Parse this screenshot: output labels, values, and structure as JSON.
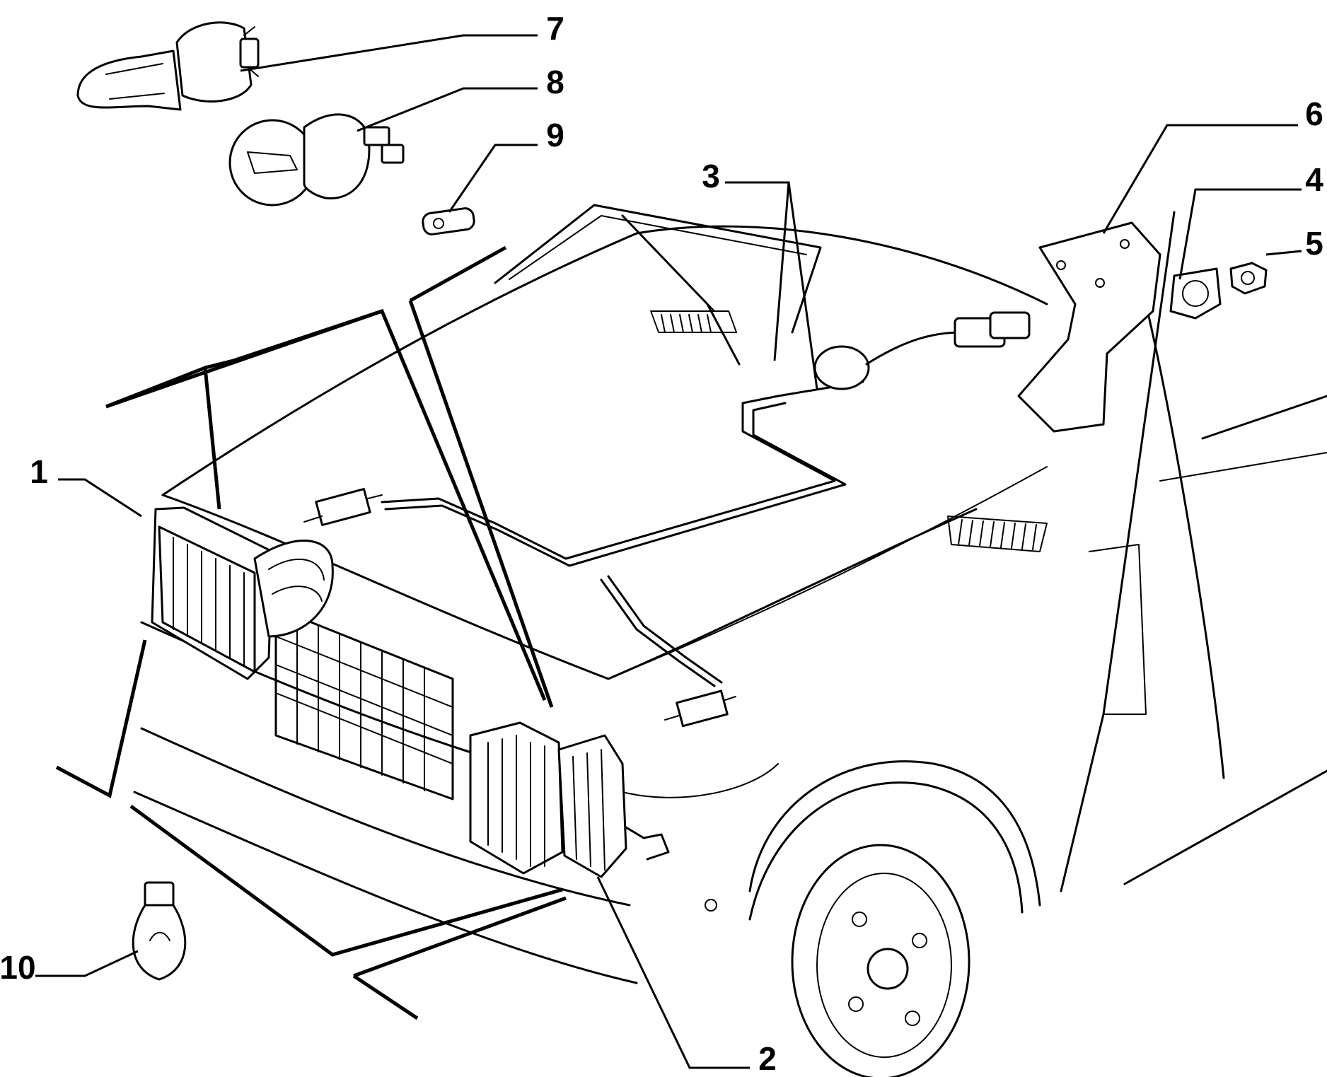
{
  "diagram": {
    "callouts": [
      {
        "id": "1",
        "label": "1",
        "part": "headlamp-left"
      },
      {
        "id": "2",
        "label": "2",
        "part": "front-direction-indicator"
      },
      {
        "id": "3",
        "label": "3",
        "part": "wiring-harness"
      },
      {
        "id": "4",
        "label": "4",
        "part": "mounting-plate"
      },
      {
        "id": "5",
        "label": "5",
        "part": "adjuster-nut"
      },
      {
        "id": "6",
        "label": "6",
        "part": "bracket"
      },
      {
        "id": "7",
        "label": "7",
        "part": "halogen-bulb-h4"
      },
      {
        "id": "8",
        "label": "8",
        "part": "headlamp-bulb"
      },
      {
        "id": "9",
        "label": "9",
        "part": "small-lamp-holder"
      },
      {
        "id": "10",
        "label": "10",
        "part": "indicator-bulb"
      }
    ]
  }
}
